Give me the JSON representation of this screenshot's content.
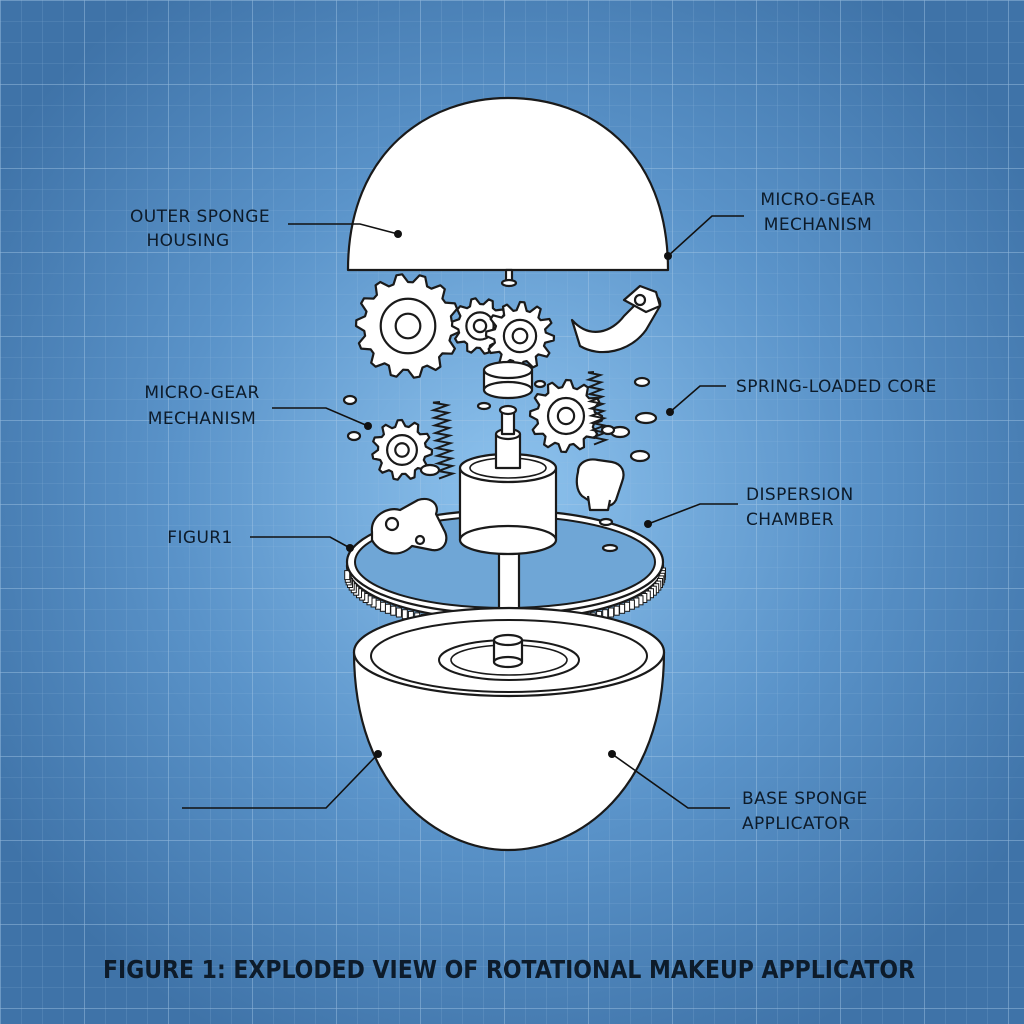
{
  "colors": {
    "background": "#4f86bd",
    "grid": "#8fb4d8",
    "part_fill": "#ffffff",
    "outline": "#1a1a1a",
    "text": "#0d1b2a"
  },
  "labels": {
    "outer_sponge_housing": [
      "OUTER SPONGE",
      "HOUSING"
    ],
    "micro_gear_top": [
      "MICRO-GEAR",
      "MECHANISM"
    ],
    "micro_gear_left": [
      "MICRO-GEAR",
      "MECHANISM"
    ],
    "spring_loaded_core": [
      "SPRING-LOADED CORE"
    ],
    "dispersion_chamber": [
      "DISPERSION",
      "CHAMBER"
    ],
    "figur1": [
      "FIGUR1"
    ],
    "base_sponge_applicator": [
      "BASE SPONGE",
      "APPLICATOR"
    ]
  },
  "caption": "FIGURE 1: EXPLODED VIEW OF ROTATIONAL MAKEUP APPLICATOR"
}
